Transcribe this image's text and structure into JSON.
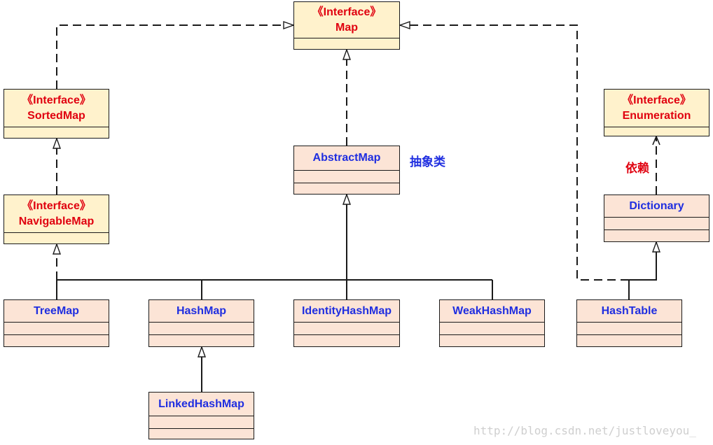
{
  "stereotype": "《Interface》",
  "interfaces": {
    "map": "Map",
    "sorted_map": "SortedMap",
    "navigable_map": "NavigableMap",
    "enumeration": "Enumeration"
  },
  "classes": {
    "abstract_map": "AbstractMap",
    "tree_map": "TreeMap",
    "hash_map": "HashMap",
    "identity_hash_map": "IdentityHashMap",
    "weak_hash_map": "WeakHashMap",
    "hash_table": "HashTable",
    "linked_hash_map": "LinkedHashMap",
    "dictionary": "Dictionary"
  },
  "labels": {
    "abstract_class": "抽象类",
    "dependency": "依赖"
  },
  "watermark": "http://blog.csdn.net/justloveyou_",
  "colors": {
    "interface_fill": "#fff2cc",
    "class_fill": "#fce4d6",
    "interface_text": "#e0000f",
    "class_text": "#1f2ee0",
    "line": "#1a1a1a"
  }
}
